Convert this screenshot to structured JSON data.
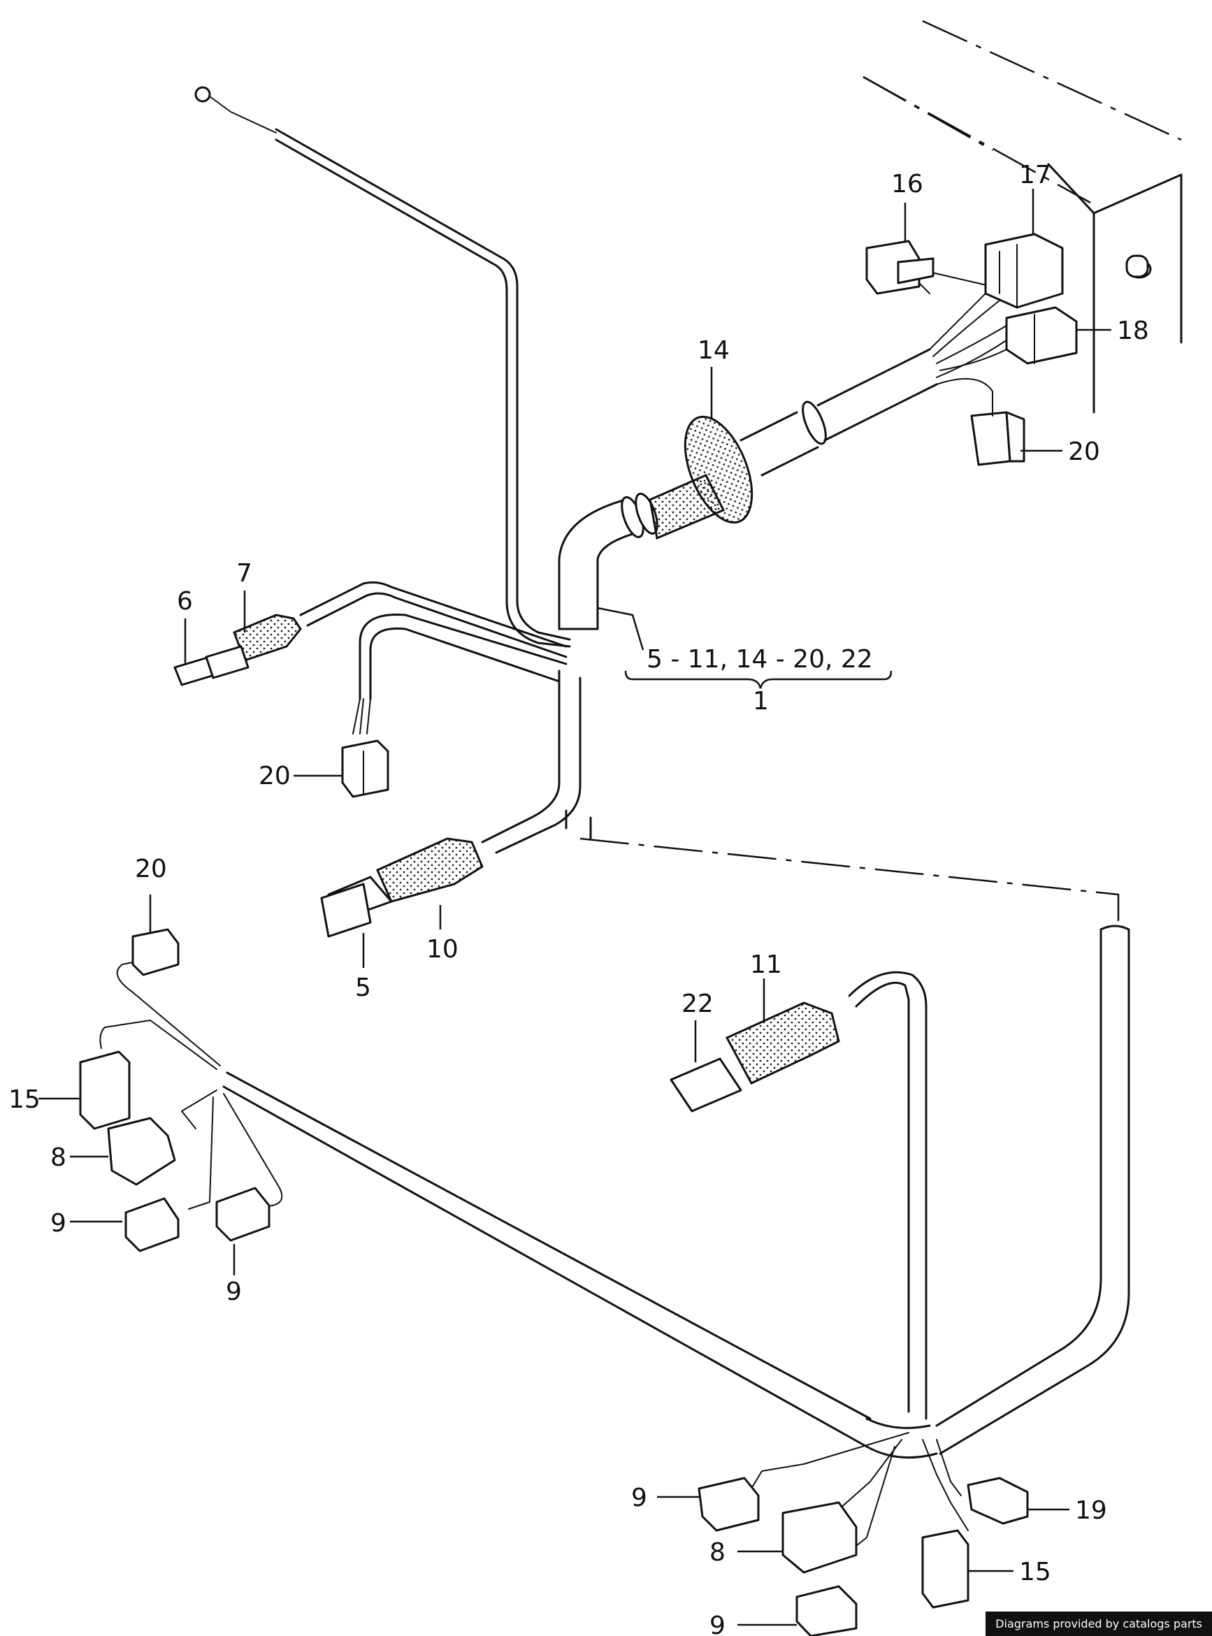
{
  "callouts": {
    "c16": "16",
    "c17": "17",
    "c18": "18",
    "c20a": "20",
    "c14": "14",
    "c7": "7",
    "c6": "6",
    "c20b": "20",
    "group_range": "5 - 11,  14 - 20,  22",
    "group_id": "1",
    "c10": "10",
    "c5": "5",
    "c20c": "20",
    "c15a": "15",
    "c8a": "8",
    "c9a": "9",
    "c9b": "9",
    "c11": "11",
    "c22": "22",
    "c9c": "9",
    "c8b": "8",
    "c9d": "9",
    "c19": "19",
    "c15b": "15"
  },
  "footer": {
    "credit": "Diagrams provided by catalogs parts"
  }
}
